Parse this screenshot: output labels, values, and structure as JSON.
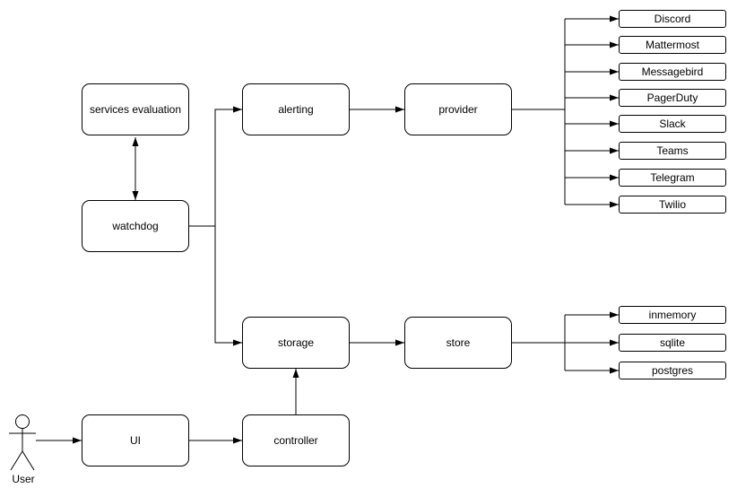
{
  "diagram": {
    "background": "#ffffff",
    "stroke_color": "#000000",
    "node_fill": "#ffffff",
    "text_color": "#000000",
    "nodes": {
      "services_evaluation": {
        "label": "services evaluation"
      },
      "watchdog": {
        "label": "watchdog"
      },
      "alerting": {
        "label": "alerting"
      },
      "provider": {
        "label": "provider"
      },
      "storage": {
        "label": "storage"
      },
      "store": {
        "label": "store"
      },
      "ui": {
        "label": "UI"
      },
      "controller": {
        "label": "controller"
      }
    },
    "providers": [
      "Discord",
      "Mattermost",
      "Messagebird",
      "PagerDuty",
      "Slack",
      "Teams",
      "Telegram",
      "Twilio"
    ],
    "stores": [
      "inmemory",
      "sqlite",
      "postgres"
    ],
    "actor": {
      "label": "User"
    },
    "edges": [
      {
        "from": "services_evaluation",
        "to": "watchdog",
        "direction": "bidirectional"
      },
      {
        "from": "watchdog",
        "to": "alerting",
        "direction": "forward"
      },
      {
        "from": "watchdog",
        "to": "storage",
        "direction": "forward"
      },
      {
        "from": "alerting",
        "to": "provider",
        "direction": "forward"
      },
      {
        "from": "provider",
        "to": "Discord",
        "direction": "forward"
      },
      {
        "from": "provider",
        "to": "Mattermost",
        "direction": "forward"
      },
      {
        "from": "provider",
        "to": "Messagebird",
        "direction": "forward"
      },
      {
        "from": "provider",
        "to": "PagerDuty",
        "direction": "forward"
      },
      {
        "from": "provider",
        "to": "Slack",
        "direction": "forward"
      },
      {
        "from": "provider",
        "to": "Teams",
        "direction": "forward"
      },
      {
        "from": "provider",
        "to": "Telegram",
        "direction": "forward"
      },
      {
        "from": "provider",
        "to": "Twilio",
        "direction": "forward"
      },
      {
        "from": "storage",
        "to": "store",
        "direction": "forward"
      },
      {
        "from": "store",
        "to": "inmemory",
        "direction": "forward"
      },
      {
        "from": "store",
        "to": "sqlite",
        "direction": "forward"
      },
      {
        "from": "store",
        "to": "postgres",
        "direction": "forward"
      },
      {
        "from": "user",
        "to": "ui",
        "direction": "forward"
      },
      {
        "from": "ui",
        "to": "controller",
        "direction": "forward"
      },
      {
        "from": "controller",
        "to": "storage",
        "direction": "forward"
      }
    ]
  }
}
